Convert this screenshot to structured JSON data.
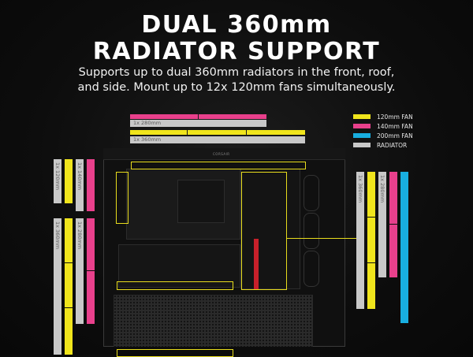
{
  "header": {
    "title_line1": "DUAL 360mm",
    "title_line2": "RADIATOR SUPPORT",
    "subtitle_line1": "Supports up to dual 360mm radiators in the front, roof,",
    "subtitle_line2": "and side. Mount up to 12x 120mm fans simultaneously."
  },
  "legend": [
    {
      "label": "120mm FAN",
      "color": "#f0e51c"
    },
    {
      "label": "140mm FAN",
      "color": "#e9408c"
    },
    {
      "label": "200mm FAN",
      "color": "#18aee0"
    },
    {
      "label": "RADIATOR",
      "color": "#c8c8c8"
    }
  ],
  "case": {
    "brand": "CORSAIR"
  },
  "labels": {
    "top_280": "1x 280mm",
    "top_360": "1x 360mm",
    "left_120": "1x 120mm",
    "left_140": "1x 140mm",
    "left_360": "1x 360mm",
    "left_280": "1x 280mm",
    "right_360": "1x 360mm",
    "right_280": "1x 280mm"
  }
}
